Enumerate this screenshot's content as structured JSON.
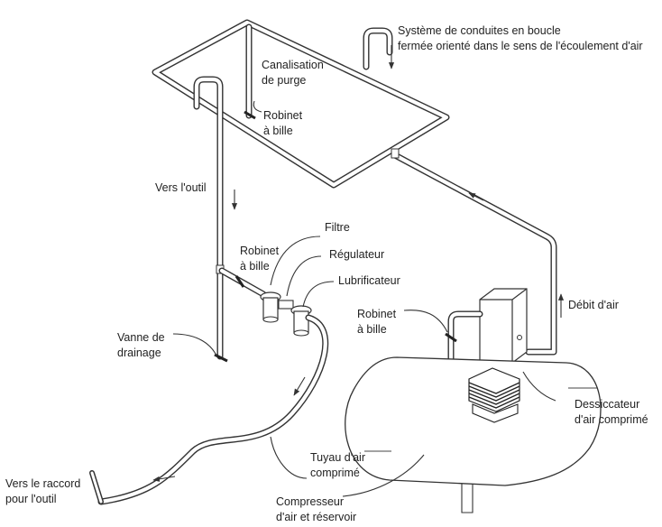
{
  "labels": {
    "loop_system_line1": "Système de conduites en boucle",
    "loop_system_line2": "fermée orienté dans le sens de l'écoulement d'air",
    "purge_line1": "Canalisation",
    "purge_line2": "de purge",
    "ball_valve_top_line1": "Robinet",
    "ball_valve_top_line2": "à bille",
    "to_tool": "Vers l'outil",
    "filter": "Filtre",
    "ball_valve_mid_line1": "Robinet",
    "ball_valve_mid_line2": "à bille",
    "regulator": "Régulateur",
    "lubricator": "Lubrificateur",
    "air_flow": "Débit d'air",
    "ball_valve_right_line1": "Robinet",
    "ball_valve_right_line2": "à bille",
    "drain_line1": "Vanne de",
    "drain_line2": "drainage",
    "dryer_line1": "Dessiccateur",
    "dryer_line2": "d'air comprimé",
    "hose_line1": "Tuyau d'air",
    "hose_line2": "comprimé",
    "tool_coupling_line1": "Vers le raccord",
    "tool_coupling_line2": "pour l'outil",
    "compressor_line1": "Compresseur",
    "compressor_line2": "d'air et réservoir"
  },
  "colors": {
    "line": "#333333",
    "text": "#222222",
    "background": "#ffffff"
  }
}
